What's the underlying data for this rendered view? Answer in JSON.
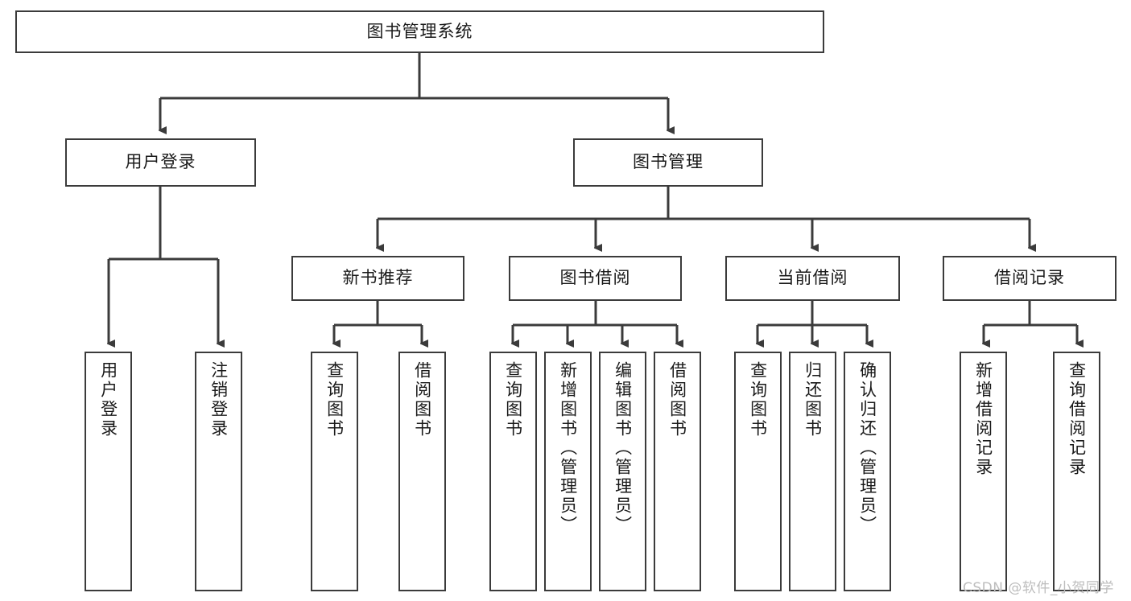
{
  "diagram": {
    "title": "图书管理系统",
    "type": "hierarchy-tree",
    "root": {
      "id": "root",
      "label": "图书管理系统"
    },
    "level2": [
      {
        "id": "user-login",
        "label": "用户登录"
      },
      {
        "id": "book-manage",
        "label": "图书管理"
      }
    ],
    "level3": [
      {
        "id": "new-book-rec",
        "label": "新书推荐",
        "parent": "book-manage"
      },
      {
        "id": "book-borrow",
        "label": "图书借阅",
        "parent": "book-manage"
      },
      {
        "id": "current-borrow",
        "label": "当前借阅",
        "parent": "book-manage"
      },
      {
        "id": "borrow-record",
        "label": "借阅记录",
        "parent": "book-manage"
      }
    ],
    "leaves": [
      {
        "id": "leaf-user-login",
        "label": "用户登录",
        "parent": "user-login"
      },
      {
        "id": "leaf-logout",
        "label": "注销登录",
        "parent": "user-login"
      },
      {
        "id": "leaf-query-book-1",
        "label": "查询图书",
        "parent": "new-book-rec"
      },
      {
        "id": "leaf-borrow-book-1",
        "label": "借阅图书",
        "parent": "new-book-rec"
      },
      {
        "id": "leaf-query-book-2",
        "label": "查询图书",
        "parent": "book-borrow"
      },
      {
        "id": "leaf-add-book",
        "label": "新增图书（管理员）",
        "parent": "book-borrow"
      },
      {
        "id": "leaf-edit-book",
        "label": "编辑图书（管理员）",
        "parent": "book-borrow"
      },
      {
        "id": "leaf-borrow-book-2",
        "label": "借阅图书",
        "parent": "book-borrow"
      },
      {
        "id": "leaf-query-book-3",
        "label": "查询图书",
        "parent": "current-borrow"
      },
      {
        "id": "leaf-return-book",
        "label": "归还图书",
        "parent": "current-borrow"
      },
      {
        "id": "leaf-confirm-return",
        "label": "确认归还（管理员）",
        "parent": "current-borrow"
      },
      {
        "id": "leaf-add-record",
        "label": "新增借阅记录",
        "parent": "borrow-record"
      },
      {
        "id": "leaf-query-record",
        "label": "查询借阅记录",
        "parent": "borrow-record"
      }
    ]
  },
  "watermark": {
    "text": "CSDN @软件_小贺同学"
  },
  "colors": {
    "border": "#3b3b3b",
    "text": "#1a1a1a",
    "background": "#ffffff",
    "watermark": "#bdbdbd"
  }
}
